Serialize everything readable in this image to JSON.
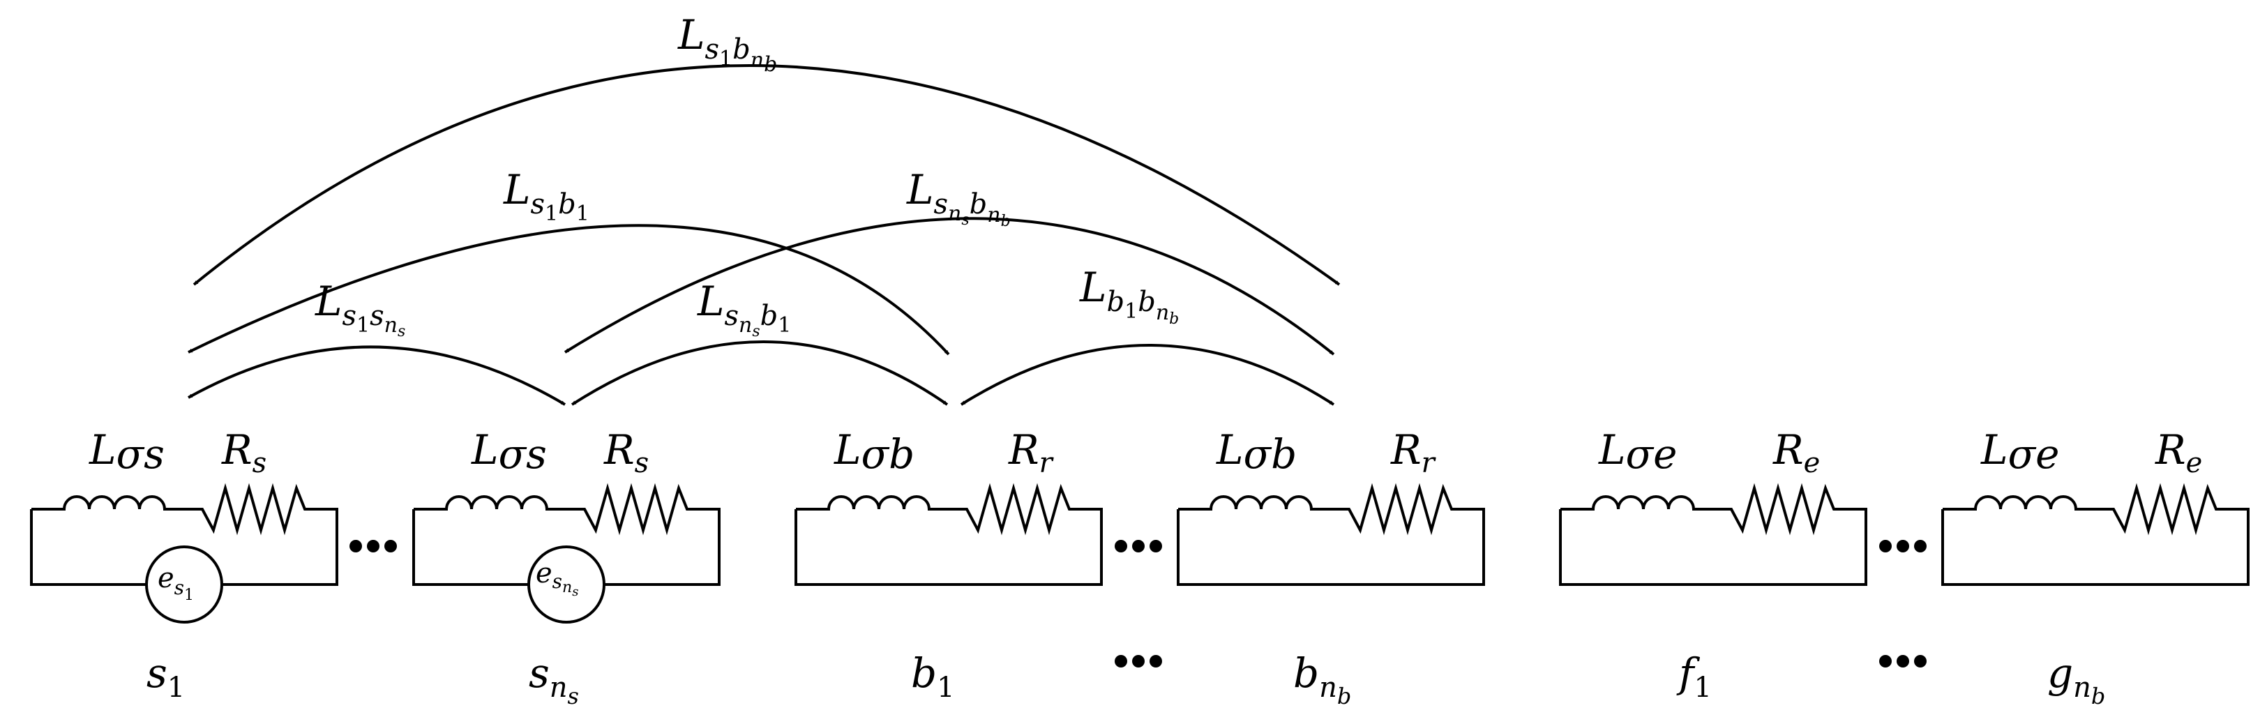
{
  "diagram": {
    "circuits": [
      {
        "inductor": {
          "main": "L",
          "sub": "σs"
        },
        "resistor": {
          "main": "R",
          "sub": "s"
        },
        "source": {
          "main": "e",
          "sub": "s",
          "subsub": "1"
        },
        "name": {
          "main": "s",
          "sub": "1"
        }
      },
      {
        "inductor": {
          "main": "L",
          "sub": "σs"
        },
        "resistor": {
          "main": "R",
          "sub": "s"
        },
        "source": {
          "main": "e",
          "sub": "s",
          "subsub": "ns"
        },
        "name": {
          "main": "s",
          "sub": "n",
          "subsub": "s"
        }
      },
      {
        "inductor": {
          "main": "L",
          "sub": "σb"
        },
        "resistor": {
          "main": "R",
          "sub": "r"
        },
        "name": {
          "main": "b",
          "sub": "1"
        }
      },
      {
        "inductor": {
          "main": "L",
          "sub": "σb"
        },
        "resistor": {
          "main": "R",
          "sub": "r"
        },
        "name": {
          "main": "b",
          "sub": "n",
          "subsub": "b"
        }
      },
      {
        "inductor": {
          "main": "L",
          "sub": "σe"
        },
        "resistor": {
          "main": "R",
          "sub": "e"
        },
        "name": {
          "main": "f",
          "sub": "1"
        }
      },
      {
        "inductor": {
          "main": "L",
          "sub": "σe"
        },
        "resistor": {
          "main": "R",
          "sub": "e"
        },
        "name": {
          "main": "g",
          "sub": "n",
          "subsub": "b"
        }
      }
    ],
    "mutual_inductances": [
      {
        "main": "L",
        "sub1": "s",
        "sub1sub": "1",
        "sub2": "b",
        "sub2sub": "nb"
      },
      {
        "main": "L",
        "sub1": "s",
        "sub1sub": "1",
        "sub2": "b",
        "sub2sub": "1"
      },
      {
        "main": "L",
        "sub1": "s",
        "sub1sub": "ns",
        "sub2": "b",
        "sub2sub": "nb"
      },
      {
        "main": "L",
        "sub1": "s",
        "sub1sub": "1",
        "sub2": "s",
        "sub2sub": "ns"
      },
      {
        "main": "L",
        "sub1": "s",
        "sub1sub": "ns",
        "sub2": "b",
        "sub2sub": "1"
      },
      {
        "main": "L",
        "sub1": "b",
        "sub1sub": "1",
        "sub2": "b",
        "sub2sub": "nb"
      }
    ],
    "ellipsis_symbol": "•••"
  }
}
